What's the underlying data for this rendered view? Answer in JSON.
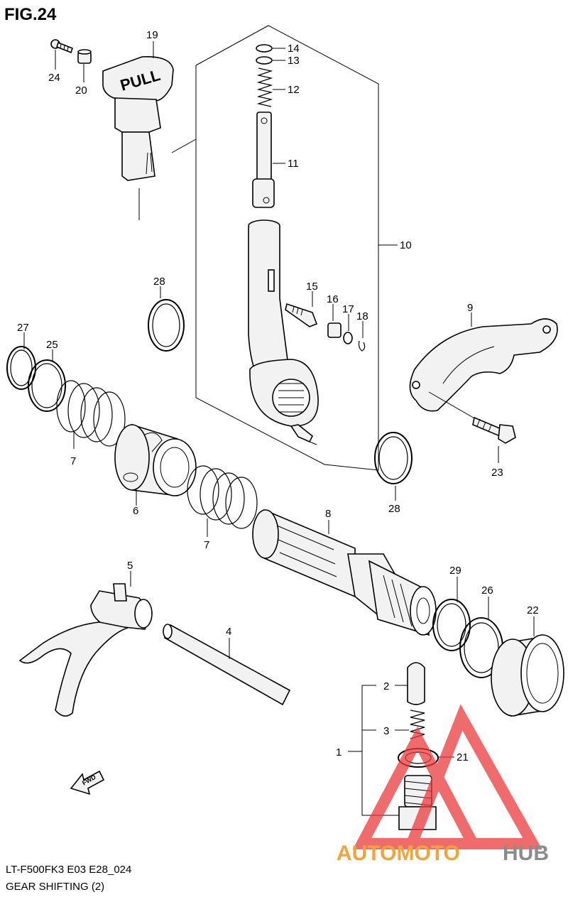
{
  "figure": {
    "title": "FIG.24",
    "code": "LT-F500FK3 E03 E28_024",
    "caption": "GEAR SHIFTING (2)"
  },
  "knob_text": "PULL",
  "watermark": {
    "part1": "AUTOMOTO",
    "part2": "HUB",
    "color1": "#f5a23a",
    "color2": "#8c8c8c",
    "logo_color": "#ec3b3b"
  },
  "callouts": [
    {
      "id": "1",
      "text": "1"
    },
    {
      "id": "2",
      "text": "2"
    },
    {
      "id": "3",
      "text": "3"
    },
    {
      "id": "4",
      "text": "4"
    },
    {
      "id": "5",
      "text": "5"
    },
    {
      "id": "6",
      "text": "6"
    },
    {
      "id": "7a",
      "text": "7"
    },
    {
      "id": "7b",
      "text": "7"
    },
    {
      "id": "8",
      "text": "8"
    },
    {
      "id": "9",
      "text": "9"
    },
    {
      "id": "10",
      "text": "10"
    },
    {
      "id": "11",
      "text": "11"
    },
    {
      "id": "12",
      "text": "12"
    },
    {
      "id": "13",
      "text": "13"
    },
    {
      "id": "14",
      "text": "14"
    },
    {
      "id": "15",
      "text": "15"
    },
    {
      "id": "16",
      "text": "16"
    },
    {
      "id": "17",
      "text": "17"
    },
    {
      "id": "18",
      "text": "18"
    },
    {
      "id": "19",
      "text": "19"
    },
    {
      "id": "20",
      "text": "20"
    },
    {
      "id": "21",
      "text": "21"
    },
    {
      "id": "22",
      "text": "22"
    },
    {
      "id": "23",
      "text": "23"
    },
    {
      "id": "24",
      "text": "24"
    },
    {
      "id": "25",
      "text": "25"
    },
    {
      "id": "26",
      "text": "26"
    },
    {
      "id": "27",
      "text": "27"
    },
    {
      "id": "28a",
      "text": "28"
    },
    {
      "id": "28b",
      "text": "28"
    },
    {
      "id": "29",
      "text": "29"
    }
  ],
  "fwd_label": "FWD"
}
